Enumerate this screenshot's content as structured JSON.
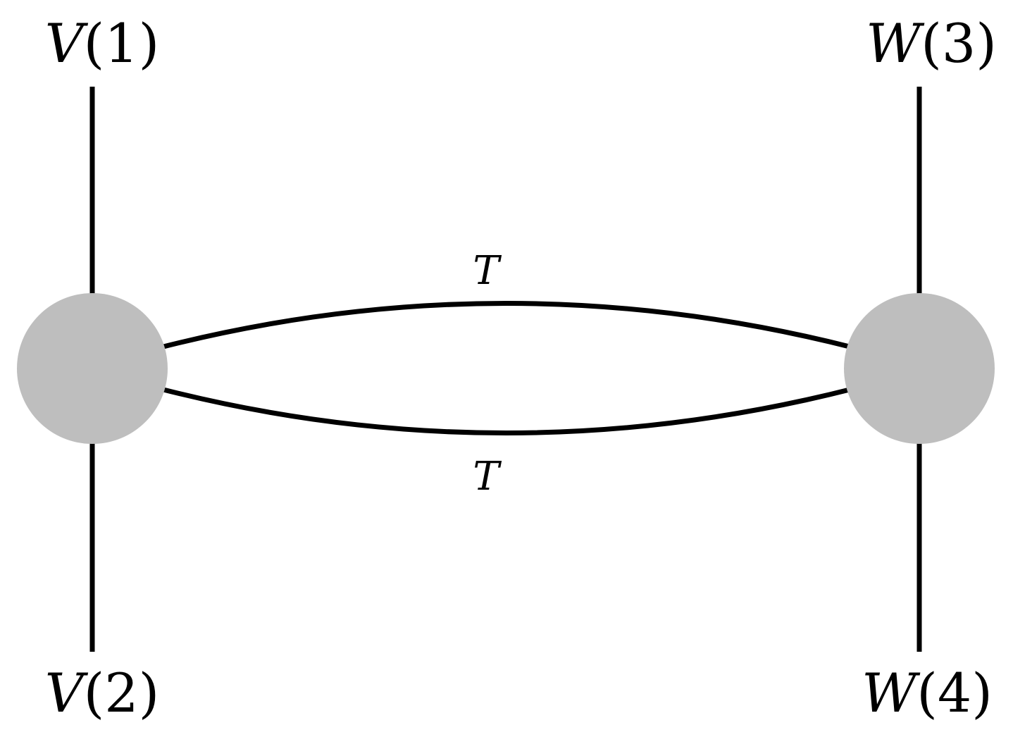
{
  "colors": {
    "vertex_fill": "#bebebe",
    "line": "#000000",
    "background": "#ffffff"
  },
  "external_legs": [
    {
      "id": "leg-1",
      "symbol": "V",
      "index": "1"
    },
    {
      "id": "leg-2",
      "symbol": "V",
      "index": "2"
    },
    {
      "id": "leg-3",
      "symbol": "W",
      "index": "3"
    },
    {
      "id": "leg-4",
      "symbol": "W",
      "index": "4"
    }
  ],
  "propagators": [
    {
      "id": "upper",
      "label": "T"
    },
    {
      "id": "lower",
      "label": "T"
    }
  ]
}
